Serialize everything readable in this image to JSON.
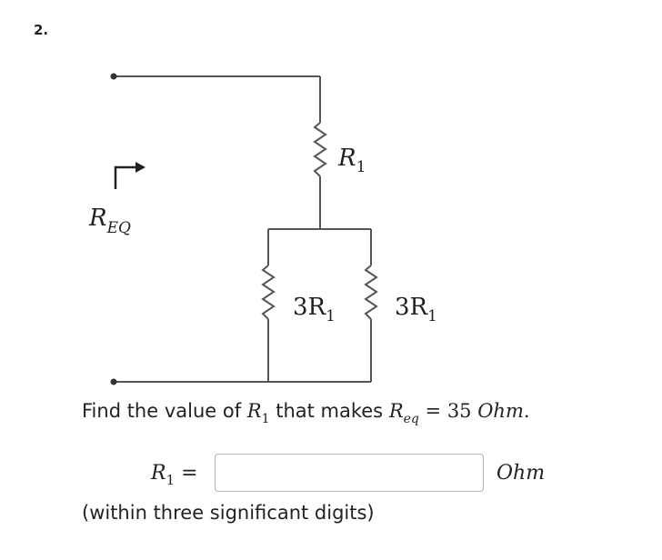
{
  "question_number": "2.",
  "circuit": {
    "r1_label": "R",
    "r1_sub": "1",
    "left_resistor_label": "3R",
    "left_resistor_sub": "1",
    "right_resistor_label": "3R",
    "right_resistor_sub": "1",
    "req_label": "R",
    "req_sub": "EQ"
  },
  "prompt": {
    "pre": "Find the value of ",
    "var": "R",
    "var_sub": "1",
    "mid": " that makes ",
    "req": "R",
    "req_sub": "eq",
    "eq": " = 35 ",
    "unit": "Ohm",
    "end": "."
  },
  "answer": {
    "label": "R",
    "label_sub": "1",
    "equals": " =",
    "value": "",
    "unit": "Ohm"
  },
  "hint": "(within three significant digits)"
}
